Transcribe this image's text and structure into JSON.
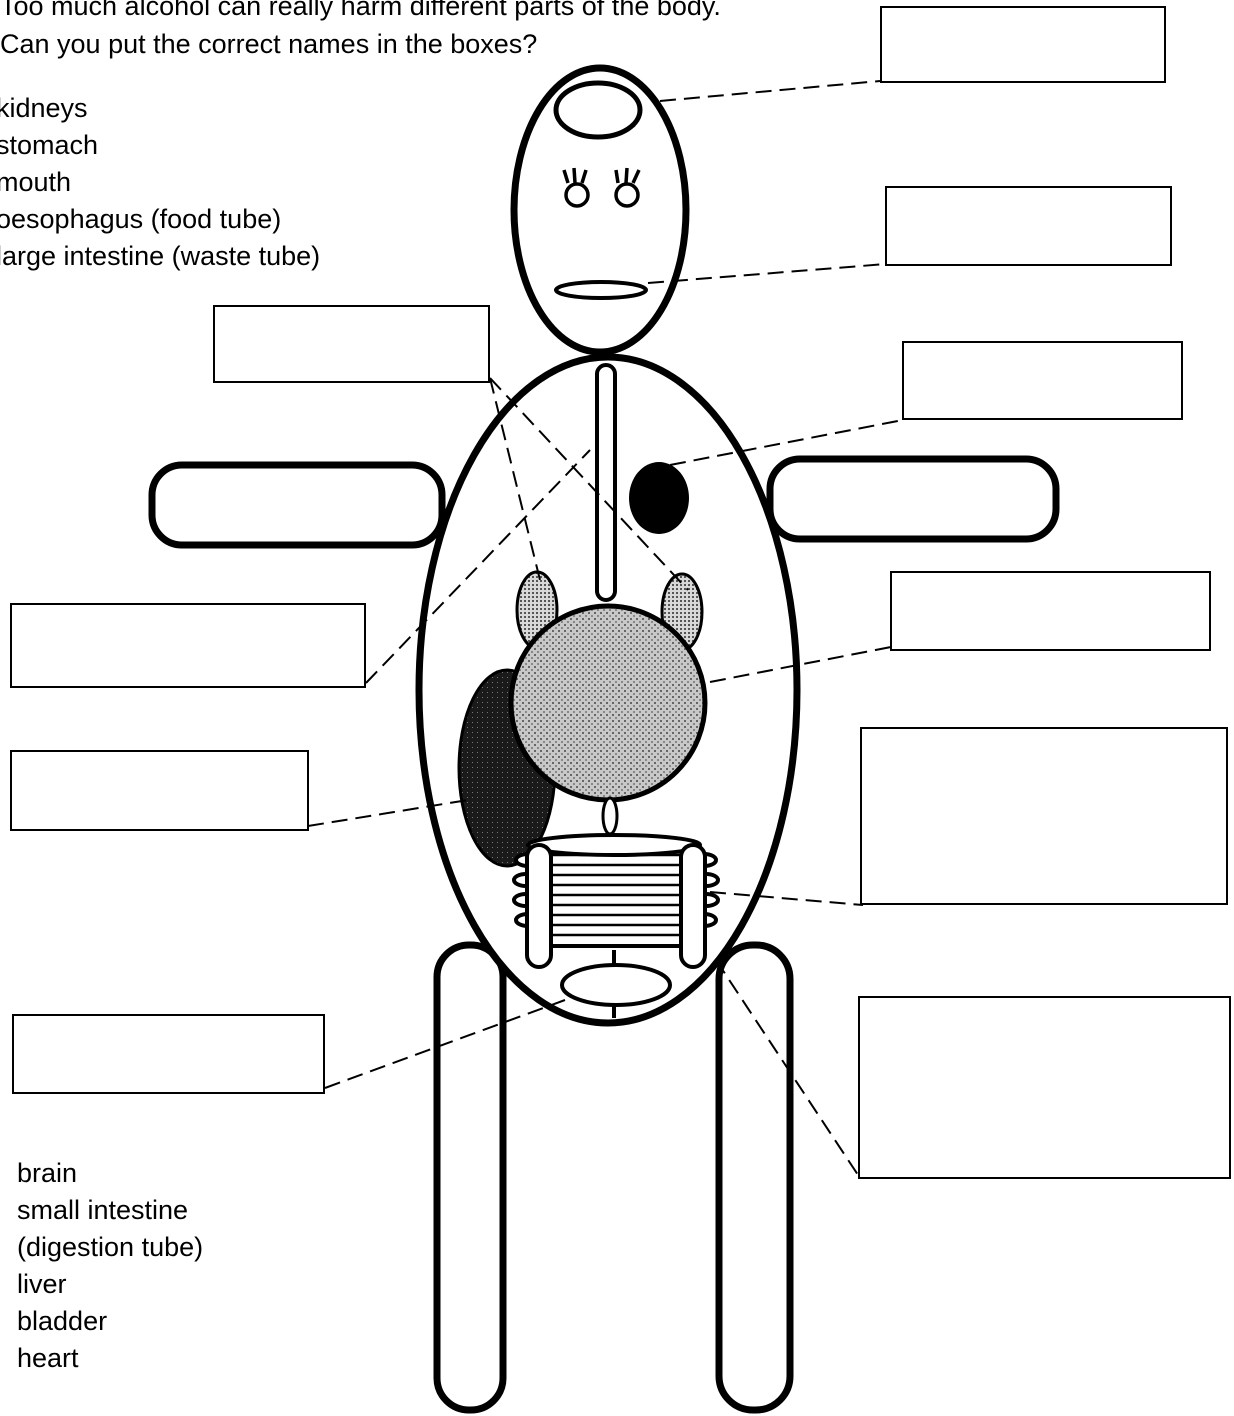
{
  "instructions": {
    "line1": "Too much alcohol can really harm different parts of the body.",
    "line2": "Can you put the correct names in the boxes?"
  },
  "word_list_top": [
    "kidneys",
    "stomach",
    "mouth",
    "oesophagus (food tube)",
    "large intestine (waste tube)"
  ],
  "word_list_bottom": [
    "brain",
    "small intestine",
    "(digestion tube)",
    "liver",
    "bladder",
    "heart"
  ],
  "answer_boxes": [
    {
      "id": "box-brain",
      "value": ""
    },
    {
      "id": "box-mouth",
      "value": ""
    },
    {
      "id": "box-heart",
      "value": ""
    },
    {
      "id": "box-stomach",
      "value": ""
    },
    {
      "id": "box-small-intestine",
      "value": ""
    },
    {
      "id": "box-large-intestine",
      "value": ""
    },
    {
      "id": "box-kidneys",
      "value": ""
    },
    {
      "id": "box-oesophagus",
      "value": ""
    },
    {
      "id": "box-liver",
      "value": ""
    },
    {
      "id": "box-bladder",
      "value": ""
    }
  ]
}
